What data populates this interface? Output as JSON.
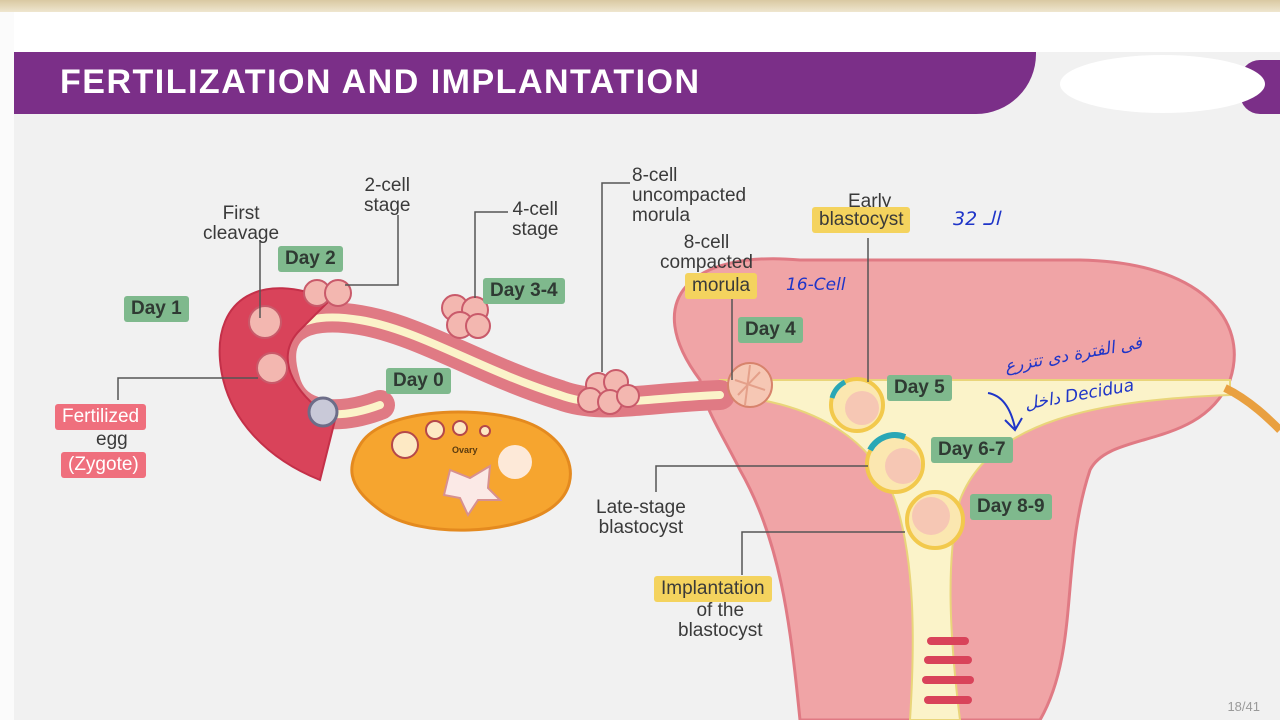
{
  "slide": {
    "title": "FERTILIZATION AND IMPLANTATION",
    "page_number": "18/41"
  },
  "labels": {
    "first_cleavage": "First\ncleavage",
    "two_cell": "2-cell\nstage",
    "four_cell": "4-cell\nstage",
    "eight_cell_uncompacted": "8-cell\nuncompacted\nmorula",
    "eight_cell_compacted": "8-cell\ncompacted",
    "morula": "morula",
    "early": "Early",
    "blastocyst": "blastocyst",
    "fertilized": "Fertilized",
    "egg": "egg",
    "zygote": "(Zygote)",
    "late_stage": "Late-stage\nblastocyst",
    "implantation": "Implantation",
    "of_the_blastocyst": "of the\nblastocyst",
    "ovary": "Ovary"
  },
  "days": {
    "day0": "Day 0",
    "day1": "Day 1",
    "day2": "Day 2",
    "day34": "Day 3-4",
    "day4": "Day 4",
    "day5": "Day 5",
    "day67": "Day 6-7",
    "day89": "Day 8-9"
  },
  "annotations": {
    "cells32": "32 الـ",
    "cells16": "16-Cell",
    "arabic_note": "فى الفترة دى تتزرع",
    "decidua_note": "داخل Decidua"
  },
  "colors": {
    "banner": "#7b2f88",
    "day_tag": "#7fb98d",
    "highlight": "#f4d35e",
    "zygote_tag": "#ef6f7d",
    "handwriting": "#1f35c8"
  }
}
